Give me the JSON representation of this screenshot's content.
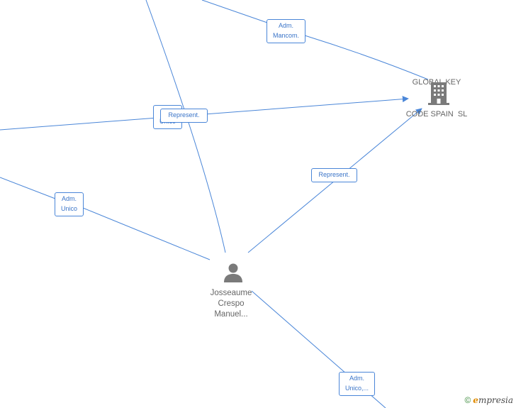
{
  "colors": {
    "edge": "#4a86d8",
    "label_border": "#4a86d8",
    "label_text": "#3a74c8",
    "node_text": "#666666",
    "icon_fill": "#7a7a7a"
  },
  "company": {
    "name_line1": "GLOBAL KEY",
    "name_line2": "CODE SPAIN  SL",
    "icon": "building-icon"
  },
  "person": {
    "name_line1": "Josseaume",
    "name_line2": "Crespo",
    "name_line3": "Manuel...",
    "icon": "person-icon"
  },
  "edge_labels": {
    "adm_mancom_line1": "Adm.",
    "adm_mancom_line2": "Mancom.",
    "represent_top": "Represent.",
    "hidden_adm_line1": "Adm.",
    "hidden_adm_line2": "Unico",
    "represent_right": "Represent.",
    "adm_unico_line1": "Adm.",
    "adm_unico_line2": "Unico",
    "adm_unico_bottom_line1": "Adm.",
    "adm_unico_bottom_line2": "Unico,..."
  },
  "brand": {
    "copyright_symbol": "©",
    "e_letter": "e",
    "rest": "mpresia"
  }
}
